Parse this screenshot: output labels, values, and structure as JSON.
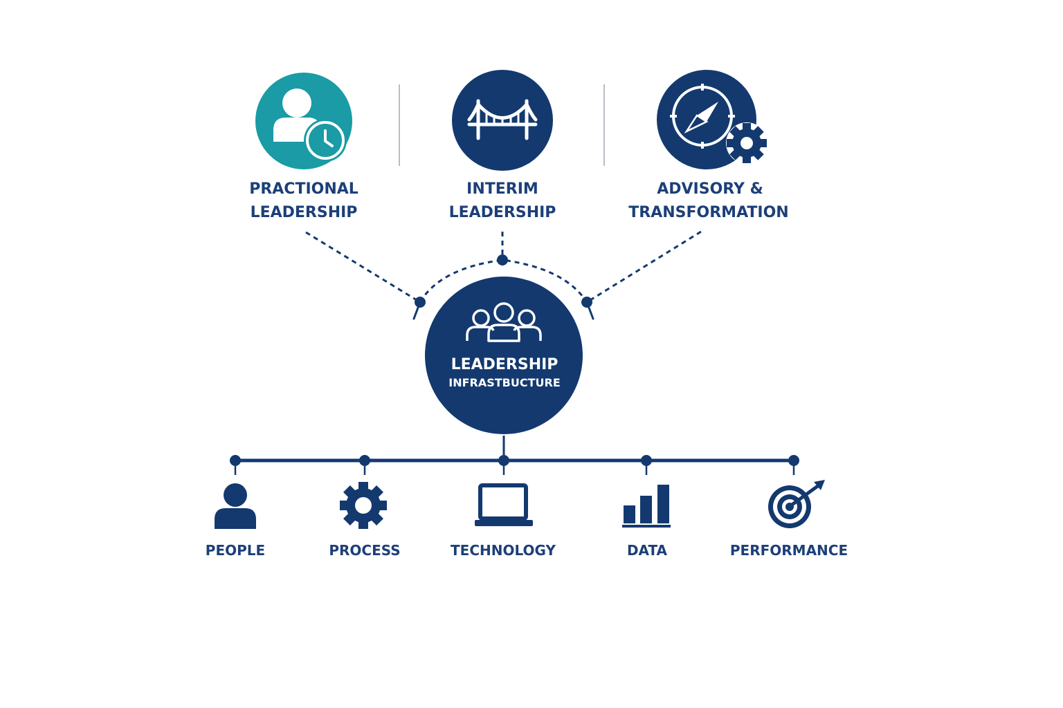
{
  "colors": {
    "navy": "#13396f",
    "teal": "#1a9ba5",
    "text": "#1c3f78",
    "divider": "#b8bec8",
    "white": "#ffffff"
  },
  "pillars": [
    {
      "line1": "PRACTIONAL",
      "line2": "LEADERSHIP",
      "icon": "person-clock-icon"
    },
    {
      "line1": "INTERIM",
      "line2": "LEADERSHIP",
      "icon": "bridge-icon"
    },
    {
      "line1": "ADVISORY &",
      "line2": "TRANSFORMATION",
      "icon": "compass-gear-icon"
    }
  ],
  "hub": {
    "title": "LEADERSHIP",
    "subtitle": "INFRASTBUCTURE",
    "icon": "team-icon"
  },
  "foundations": [
    {
      "label": "PEOPLE",
      "icon": "person-icon"
    },
    {
      "label": "PROCESS",
      "icon": "gear-icon"
    },
    {
      "label": "TECHNOLOGY",
      "icon": "laptop-icon"
    },
    {
      "label": "DATA",
      "icon": "bar-chart-icon"
    },
    {
      "label": "PERFORMANCE",
      "icon": "target-icon"
    }
  ]
}
